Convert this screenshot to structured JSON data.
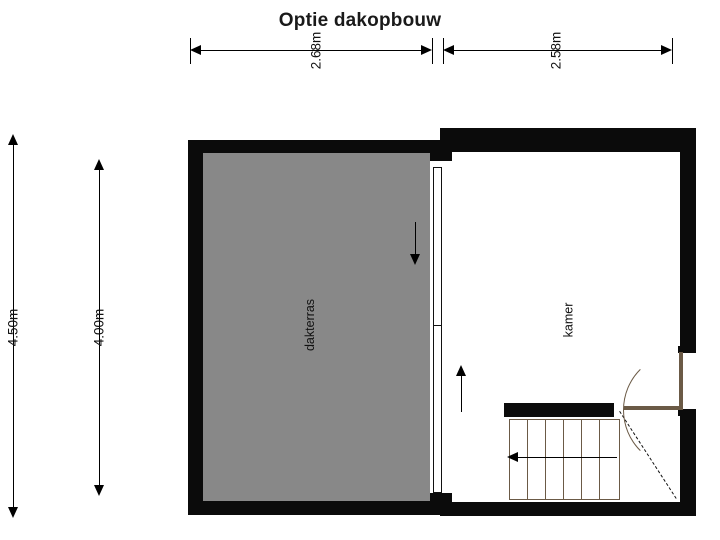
{
  "title": "Optie dakopbouw",
  "dimensions": {
    "top": [
      {
        "id": "top-left",
        "label": "2.68m"
      },
      {
        "id": "top-right",
        "label": "2.58m"
      }
    ],
    "left": [
      {
        "id": "outer-left",
        "label": "4.50m"
      },
      {
        "id": "inner-left",
        "label": "4.00m"
      }
    ]
  },
  "rooms": [
    {
      "id": "dakterras",
      "label": "dakterras"
    },
    {
      "id": "kamer",
      "label": "kamer"
    }
  ],
  "colors": {
    "wall": "#0b0b0b",
    "terrace": "#888888",
    "room": "#ffffff",
    "stair": "#6b5a46",
    "text": "#111111"
  }
}
